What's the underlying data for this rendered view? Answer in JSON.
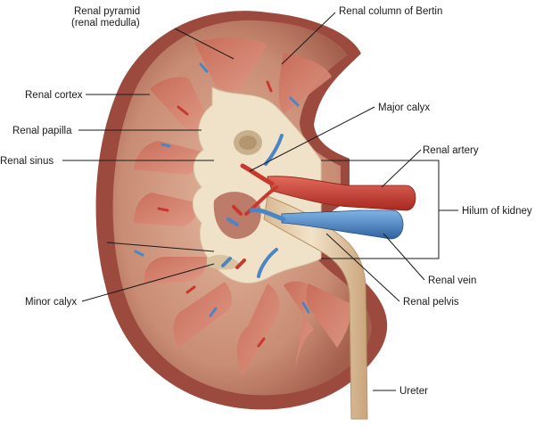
{
  "labels": {
    "renal_pyramid": "Renal pyramid",
    "renal_medulla": "(renal medulla)",
    "renal_column": "Renal column of Bertin",
    "renal_cortex": "Renal cortex",
    "major_calyx": "Major calyx",
    "renal_papilla": "Renal papilla",
    "renal_sinus": "Renal sinus",
    "renal_artery": "Renal artery",
    "hilum": "Hilum of kidney",
    "minor_calyx": "Minor calyx",
    "renal_vein": "Renal vein",
    "renal_pelvis": "Renal pelvis",
    "ureter": "Ureter"
  },
  "colors": {
    "capsule": "#9c4a3e",
    "cortex": "#c98c74",
    "pyramid": "#d7836f",
    "sinus_fat": "#efe2c8",
    "artery": "#c8382e",
    "vein": "#4a86c5",
    "pelvis": "#e9d2b4"
  }
}
